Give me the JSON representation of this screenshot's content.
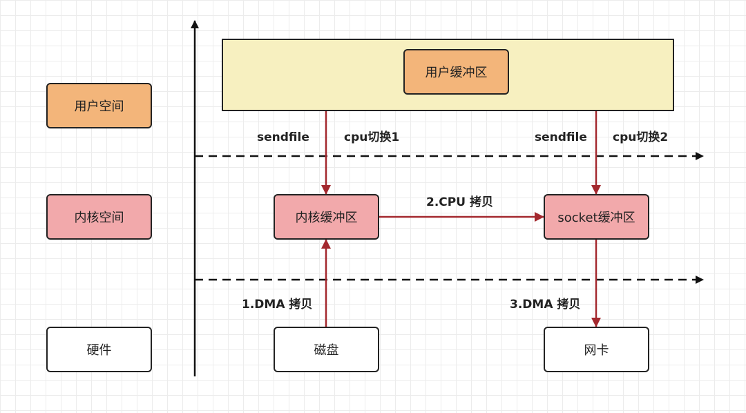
{
  "regions": {
    "user_space": "用户空间",
    "kernel_space": "内核空间",
    "hardware": "硬件"
  },
  "nodes": {
    "user_buffer": "用户缓冲区",
    "kernel_buffer": "内核缓冲区",
    "socket_buffer": "socket缓冲区",
    "disk": "磁盘",
    "nic": "网卡"
  },
  "edge_labels": {
    "sendfile_1": "sendfile",
    "cpu_switch_1": "cpu切换1",
    "sendfile_2": "sendfile",
    "cpu_switch_2": "cpu切换2",
    "cpu_copy": "2.CPU 拷贝",
    "dma_copy_1": "1.DMA 拷贝",
    "dma_copy_3": "3.DMA 拷贝"
  },
  "colors": {
    "user": "#f3b57a",
    "kernel": "#f2a9ab",
    "panel": "#f7f0c0",
    "arrow": "#a3282e"
  }
}
